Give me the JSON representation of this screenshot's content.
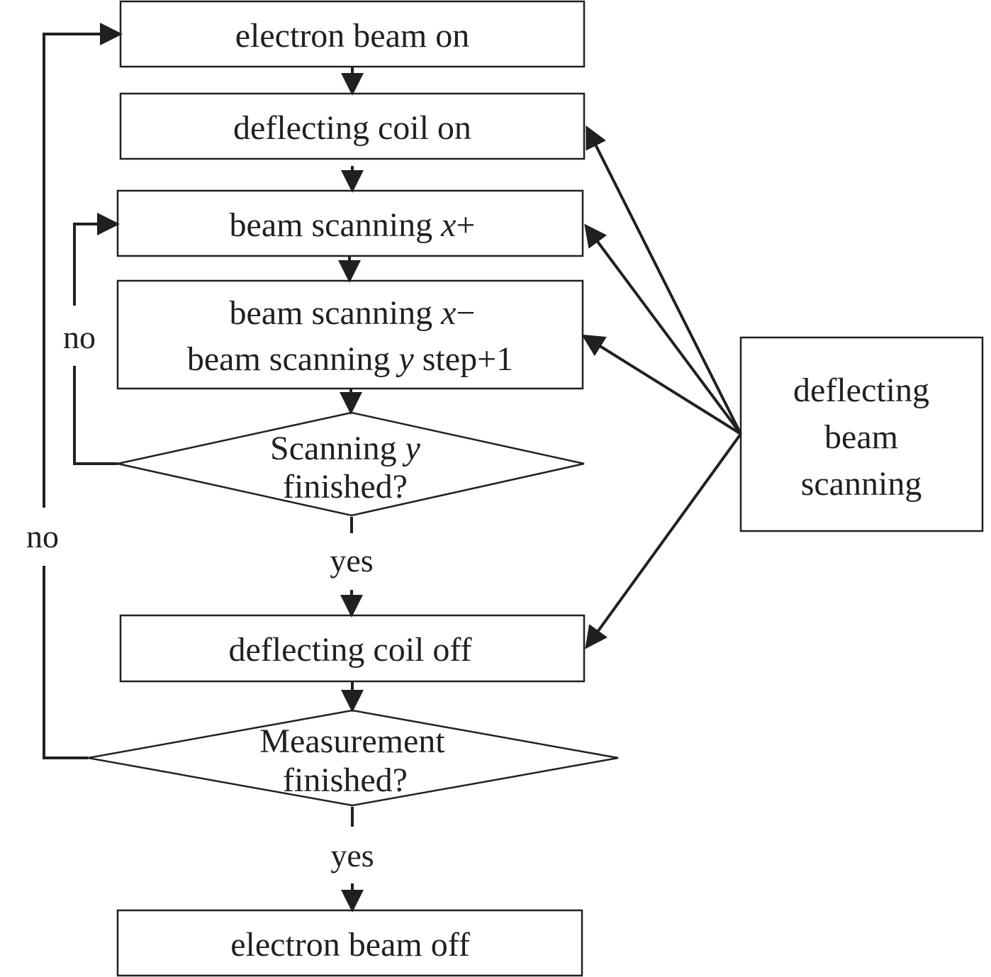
{
  "nodes": {
    "beam_on": {
      "label": "electron beam on"
    },
    "coil_on": {
      "label": "deflecting coil on"
    },
    "scan_x_plus": {
      "label_main": "beam scanning ",
      "label_var": "x",
      "label_suffix": "+"
    },
    "scan_x_minus": {
      "line1_main": "beam scanning ",
      "line1_var": "x",
      "line1_suffix": "−",
      "line2_main": "beam scanning ",
      "line2_var": "y",
      "line2_suffix": " step+1"
    },
    "decision_y": {
      "line1_main": "Scanning ",
      "line1_var": "y",
      "line2": "finished?"
    },
    "coil_off": {
      "label": "deflecting coil off"
    },
    "decision_measure": {
      "line1": "Measurement",
      "line2": "finished?"
    },
    "beam_off": {
      "label": "electron beam off"
    },
    "controller": {
      "line1": "deflecting",
      "line2": "beam",
      "line3": "scanning"
    }
  },
  "edge_labels": {
    "no_inner": "no",
    "no_outer": "no",
    "yes_y": "yes",
    "yes_measure": "yes"
  },
  "colors": {
    "stroke": "#231f20",
    "background": "#ffffff"
  }
}
